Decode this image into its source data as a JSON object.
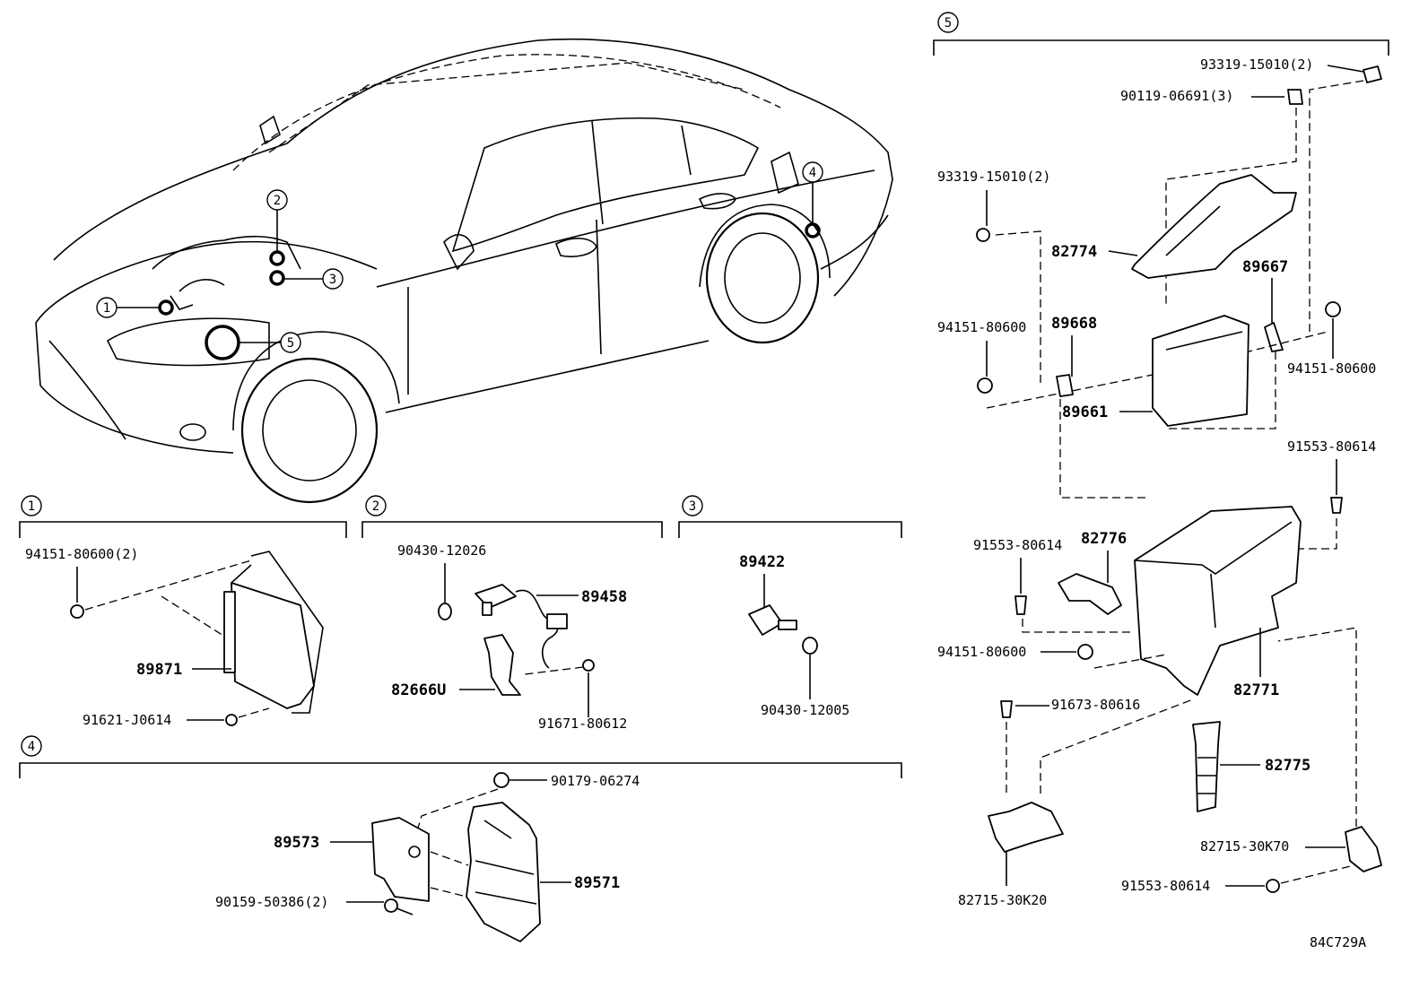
{
  "figure_code": "84C729A",
  "locators": {
    "car_1": "1",
    "car_2": "2",
    "car_3": "3",
    "car_4": "4",
    "car_5": "5"
  },
  "sections": {
    "s1": {
      "number": "1",
      "labels": {
        "nut": "94151-80600(2)",
        "ecu": "89871",
        "bolt": "91621-J0614"
      }
    },
    "s2": {
      "number": "2",
      "labels": {
        "gasket": "90430-12026",
        "sensor": "89458",
        "bracket": "82666U",
        "bolt": "91671-80612"
      }
    },
    "s3": {
      "number": "3",
      "labels": {
        "sensor": "89422",
        "gasket": "90430-12005"
      }
    },
    "s4": {
      "number": "4",
      "labels": {
        "nut": "90179-06274",
        "bracket": "89573",
        "module": "89571",
        "bolt": "90159-50386(2)"
      }
    },
    "s5": {
      "number": "5",
      "labels": {
        "bolt_top": "93319-15010(2)",
        "screw_top": "90119-06691(3)",
        "bolt_left": "93319-15010(2)",
        "cover": "82774",
        "bracket_r": "89667",
        "nut_left": "94151-80600",
        "bracket_l": "89668",
        "nut_right": "94151-80600",
        "ecu": "89661",
        "bolt_right": "91553-80614",
        "bolt_left2": "91553-80614",
        "duct": "82776",
        "nut_lower": "94151-80600",
        "box": "82771",
        "bolt_lower": "91673-80616",
        "hose": "82775",
        "clamp_r": "82715-30K70",
        "bolt_bottom": "91553-80614",
        "clamp_l": "82715-30K20"
      }
    }
  }
}
